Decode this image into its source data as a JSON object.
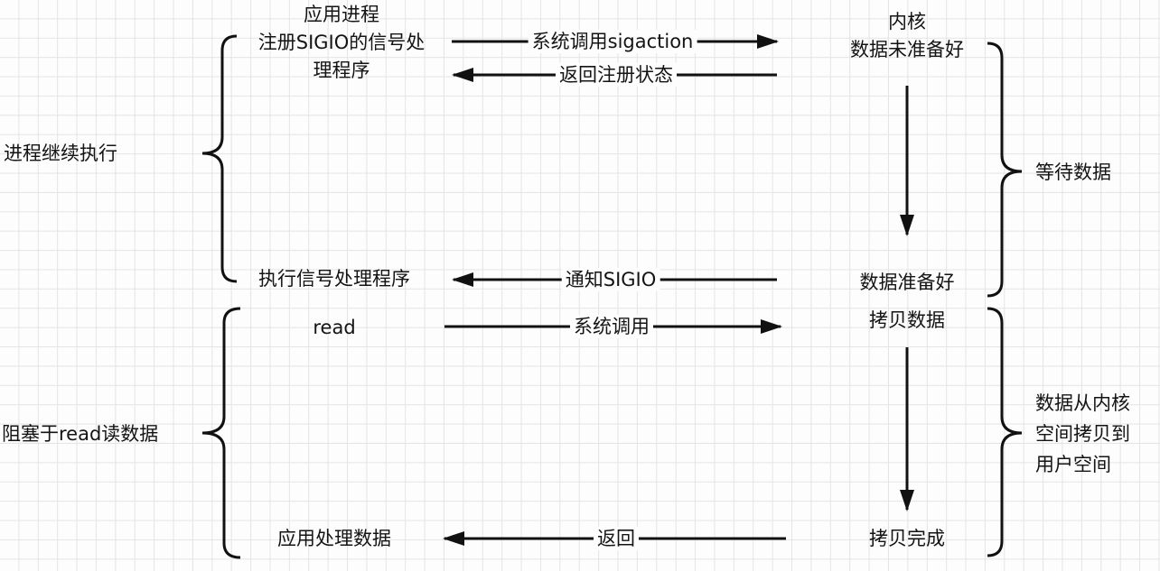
{
  "process": {
    "app_process_line1": "应用进程",
    "app_process_line2": "注册SIGIO的信号处",
    "app_process_line3": "理程序",
    "exec_handler": "执行信号处理程序",
    "read": "read",
    "app_process_data": "应用处理数据",
    "continue_exec": "进程继续执行",
    "blocked_read": "阻塞于read读数据"
  },
  "arrows": {
    "sigaction_call": "系统调用sigaction",
    "return_reg_status": "返回注册状态",
    "notify_sigio": "通知SIGIO",
    "syscall": "系统调用",
    "return": "返回"
  },
  "kernel": {
    "kernel": "内核",
    "data_not_ready": "数据未准备好",
    "data_ready": "数据准备好",
    "copy_data": "拷贝数据",
    "copy_done": "拷贝完成",
    "wait_data": "等待数据",
    "copy_desc_line1": "数据从内核",
    "copy_desc_line2": "空间拷贝到",
    "copy_desc_line3": "用户空间"
  }
}
